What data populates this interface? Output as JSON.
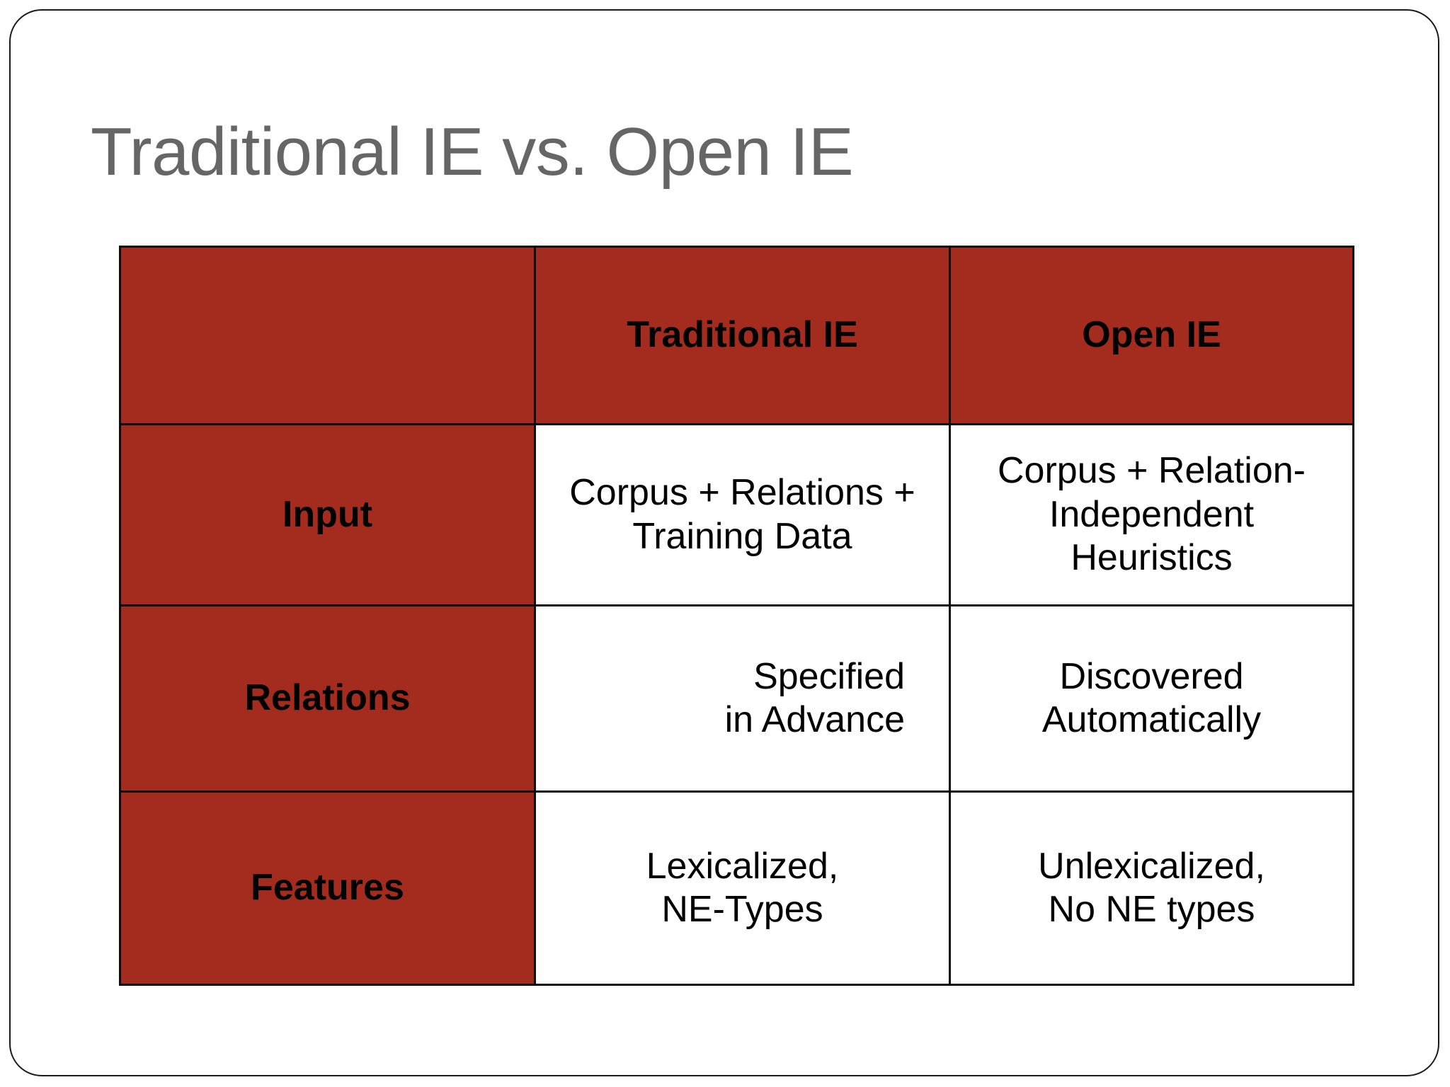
{
  "slide": {
    "title": "Traditional IE vs. Open IE",
    "accent_color": "#A32C1F",
    "title_color": "#666666",
    "border_color": "#1a1a1a",
    "background_color": "#ffffff"
  },
  "table": {
    "columns": [
      {
        "key": "row_label",
        "header": ""
      },
      {
        "key": "traditional_ie",
        "header": "Traditional IE"
      },
      {
        "key": "open_ie",
        "header": "Open IE"
      }
    ],
    "rows": [
      {
        "label": "Input",
        "traditional_ie": [
          "Corpus + Relations +",
          "Training Data"
        ],
        "open_ie": [
          "Corpus + Relation-",
          "Independent",
          "Heuristics"
        ]
      },
      {
        "label": "Relations",
        "traditional_ie": [
          "Specified",
          "in Advance"
        ],
        "open_ie": [
          "Discovered",
          "Automatically"
        ]
      },
      {
        "label": "Features",
        "traditional_ie": [
          "Lexicalized,",
          "NE-Types"
        ],
        "open_ie": [
          "Unlexicalized,",
          "No NE types"
        ]
      }
    ]
  }
}
